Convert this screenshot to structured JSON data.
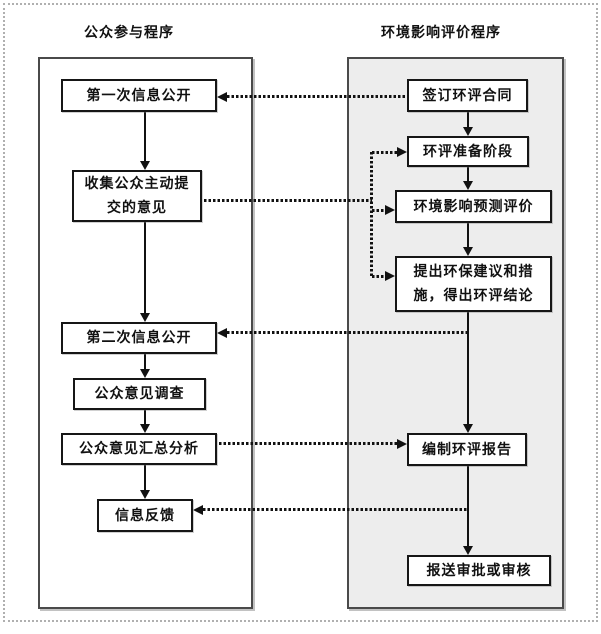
{
  "colors": {
    "bg": "#ffffff",
    "panel_fill": "#ededed",
    "panel_border": "#4a4a4a",
    "node_border": "#161616",
    "line": "#111111",
    "page_border": "#b0b0b0"
  },
  "left_panel": {
    "title": "公众参与程序",
    "boxes": [
      {
        "id": "first-disclosure",
        "label": "第一次信息公开"
      },
      {
        "id": "collect-voluntary-opinions",
        "label": "收集公众主动提\n交的意见"
      },
      {
        "id": "second-disclosure",
        "label": "第二次信息公开"
      },
      {
        "id": "opinion-survey",
        "label": "公众意见调查"
      },
      {
        "id": "opinion-summary-analysis",
        "label": "公众意见汇总分析"
      },
      {
        "id": "feedback",
        "label": "信息反馈"
      }
    ]
  },
  "right_panel": {
    "title": "环境影响评价程序",
    "boxes": [
      {
        "id": "sign-contract",
        "label": "签订环评合同"
      },
      {
        "id": "preparation",
        "label": "环评准备阶段"
      },
      {
        "id": "impact-prediction",
        "label": "环境影响预测评价"
      },
      {
        "id": "suggestions-conclusion",
        "label": "提出环保建议和措\n施，得出环评结论"
      },
      {
        "id": "compile-report",
        "label": "编制环评报告"
      },
      {
        "id": "submit-approval",
        "label": "报送审批或审核"
      }
    ]
  },
  "connections": {
    "solid": [
      {
        "from": "first-disclosure",
        "to": "collect-voluntary-opinions"
      },
      {
        "from": "collect-voluntary-opinions",
        "to": "second-disclosure"
      },
      {
        "from": "second-disclosure",
        "to": "opinion-survey"
      },
      {
        "from": "opinion-survey",
        "to": "opinion-summary-analysis"
      },
      {
        "from": "opinion-summary-analysis",
        "to": "feedback"
      },
      {
        "from": "sign-contract",
        "to": "preparation"
      },
      {
        "from": "preparation",
        "to": "impact-prediction"
      },
      {
        "from": "impact-prediction",
        "to": "suggestions-conclusion"
      },
      {
        "from": "suggestions-conclusion",
        "to": "compile-report"
      },
      {
        "from": "compile-report",
        "to": "submit-approval"
      }
    ],
    "dotted": [
      {
        "from": "sign-contract",
        "to": "first-disclosure"
      },
      {
        "from": "collect-voluntary-opinions",
        "to": "preparation"
      },
      {
        "from": "collect-voluntary-opinions",
        "to": "impact-prediction"
      },
      {
        "from": "collect-voluntary-opinions",
        "to": "suggestions-conclusion"
      },
      {
        "from": "suggestions-conclusion",
        "to": "second-disclosure"
      },
      {
        "from": "opinion-summary-analysis",
        "to": "compile-report"
      },
      {
        "from": "compile-report",
        "to": "feedback"
      }
    ]
  }
}
